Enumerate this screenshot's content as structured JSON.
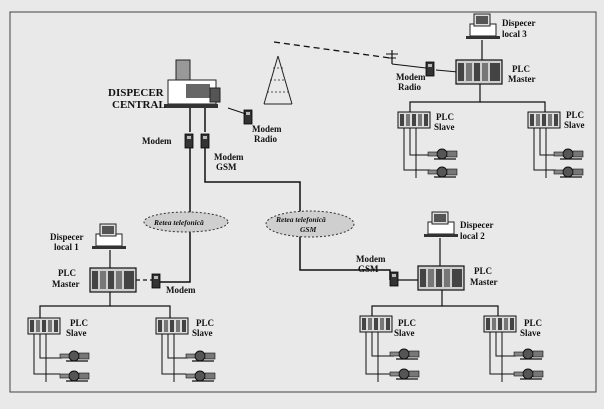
{
  "labels": {
    "dispecer_central": [
      "DISPECER",
      "CENTRAL"
    ],
    "modem": "Modem",
    "modem_gsm": [
      "Modem",
      "GSM"
    ],
    "modem_radio_top": [
      "Modem",
      "Radio"
    ],
    "modem_radio_mid": [
      "Modem",
      "Radio"
    ],
    "dispecer_local_3": [
      "Dispecer",
      "local 3"
    ],
    "plc_master_3": [
      "PLC",
      "Master"
    ],
    "plc_slave_3a": [
      "PLC",
      "Slave"
    ],
    "plc_slave_3b": [
      "PLC",
      "Slave"
    ],
    "retea_telefonica_1": "Retea telefonică",
    "retea_telefonica_2": [
      "Retea telefonică",
      "GSM"
    ],
    "dispecer_local_1": [
      "Dispecer",
      "local 1"
    ],
    "plc_master_1": [
      "PLC",
      "Master"
    ],
    "modem_local_1": "Modem",
    "plc_slave_1a": [
      "PLC",
      "Slave"
    ],
    "plc_slave_1b": [
      "PLC",
      "Slave"
    ],
    "dispecer_local_2": [
      "Dispecer",
      "local 2"
    ],
    "modem_gsm_2": [
      "Modem",
      "GSM"
    ],
    "plc_master_2": [
      "PLC",
      "Master"
    ],
    "plc_slave_2a": [
      "PLC",
      "Slave"
    ],
    "plc_slave_2b": [
      "PLC",
      "Slave"
    ]
  }
}
